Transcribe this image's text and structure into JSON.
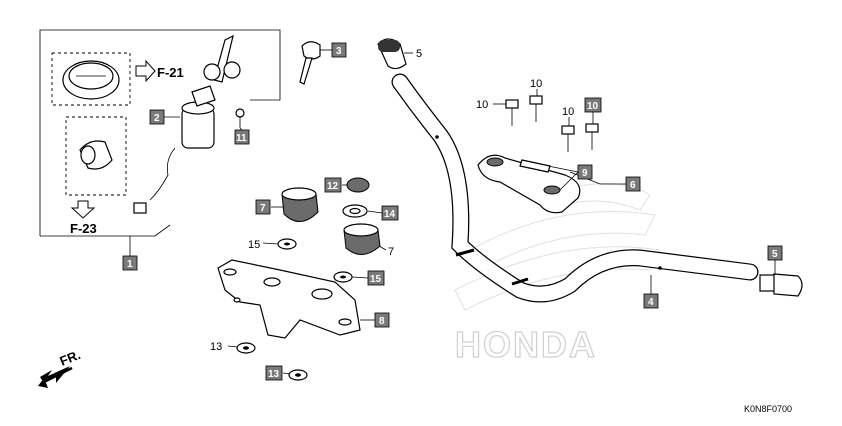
{
  "refs": {
    "f21": "F-21",
    "f23": "F-23",
    "fr": "FR."
  },
  "watermark": "HONDA",
  "diagram_code": "K0N8F0700",
  "callouts": {
    "c1": "1",
    "c2": "2",
    "c3": "3",
    "c4": "4",
    "c5a": "5",
    "c5b": "5",
    "c6": "6",
    "c7a": "7",
    "c7b": "7",
    "c8": "8",
    "c9": "9",
    "c10a": "10",
    "c10b": "10",
    "c10c": "10",
    "c10d": "10",
    "c11": "11",
    "c12": "12",
    "c13a": "13",
    "c13b": "13",
    "c14": "14",
    "c15a": "15",
    "c15b": "15"
  },
  "colors": {
    "callout_box": "#7a7a7a",
    "watermark": "#d9d9d9",
    "part_shade": "#6b6b6b"
  }
}
